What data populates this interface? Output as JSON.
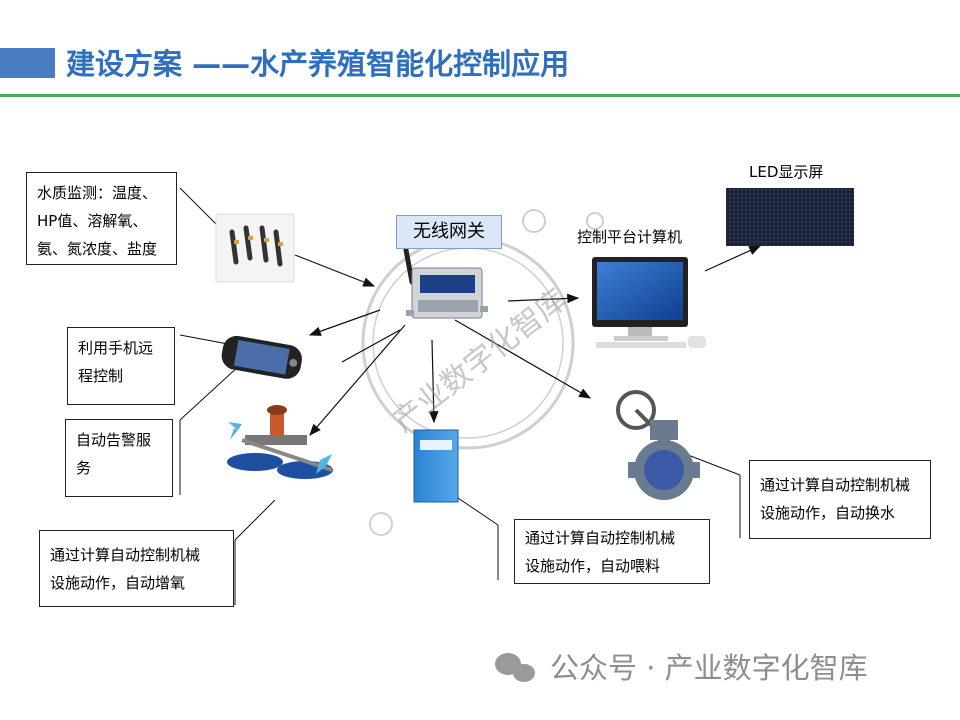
{
  "title": "建设方案 ——水产养殖智能化控制应用",
  "nodes": {
    "gateway": "无线网关",
    "computer": "控制平台计算机",
    "led": "LED显示屏"
  },
  "boxes": {
    "water_quality": [
      "水质监测：温度、",
      "HP值、溶解氧、",
      "氨、氮浓度、盐度"
    ],
    "phone_control": [
      "利用手机远",
      "程控制"
    ],
    "alarm": [
      "自动告警服",
      "务"
    ],
    "aerator": [
      "通过计算自动控制机械",
      "设施动作，自动增氧"
    ],
    "feeder": [
      "通过计算自动控制机械",
      "设施动作，自动喂料"
    ],
    "valve": [
      "通过计算自动控制机械",
      "设施动作，自动换水"
    ]
  },
  "watermark": {
    "stamp_text": "产业数字化智库",
    "footer_text": "公众号 · 产业数字化智库"
  },
  "colors": {
    "title": "#2f6fc0",
    "header_bar": "#4a7cc2",
    "rule": "#4fa857",
    "gateway_label_bg": "#dbe6f6",
    "watermark": "#8e8e8e"
  }
}
